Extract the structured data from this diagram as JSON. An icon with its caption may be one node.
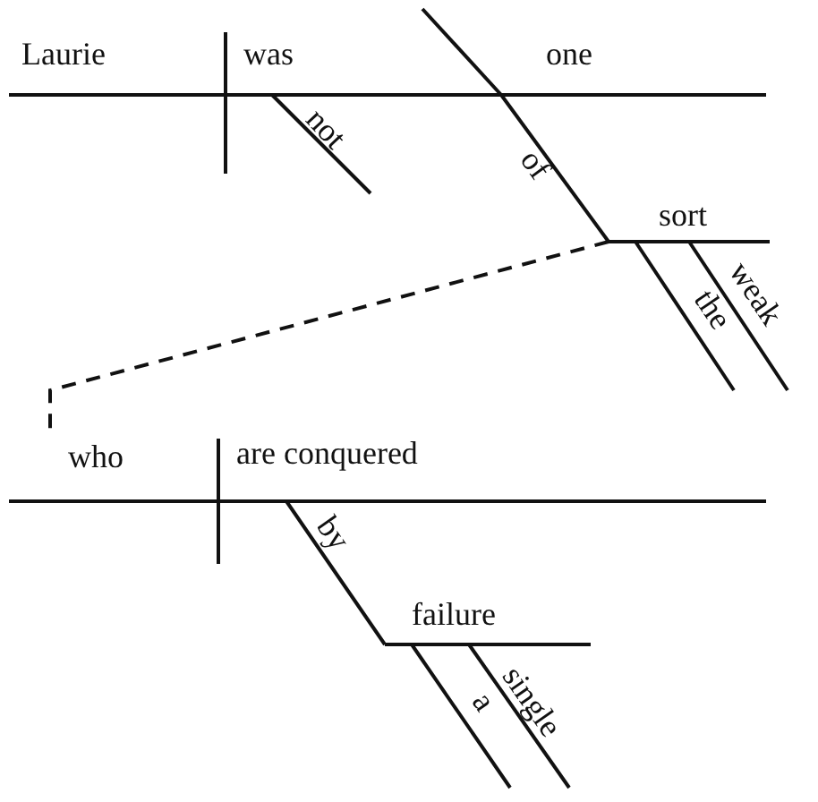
{
  "diagram": {
    "nodes": [
      {
        "text": [
          "Laurie"
        ]
      },
      {
        "text": [
          "was"
        ]
      },
      {
        "text": [
          "not"
        ]
      },
      {
        "text": [
          "one"
        ]
      },
      {
        "text": [
          "of"
        ]
      },
      {
        "text": [
          "sort"
        ]
      },
      {
        "text": [
          "the"
        ]
      },
      {
        "text": [
          "weak"
        ]
      },
      {
        "text": [
          "who"
        ]
      },
      {
        "text": [
          "are conquered"
        ]
      },
      {
        "text": [
          "by"
        ]
      },
      {
        "text": [
          "failure"
        ]
      },
      {
        "text": [
          "a"
        ]
      },
      {
        "text": [
          "single"
        ]
      }
    ],
    "edges": [
      {
        "from": 5,
        "to": 8,
        "arrow": "none",
        "style": "dashed"
      }
    ]
  }
}
